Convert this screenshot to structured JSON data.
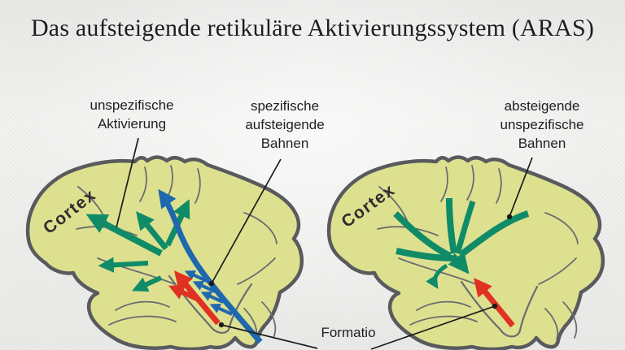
{
  "slide": {
    "title": "Das aufsteigende retikuläre Aktivierungssystem (ARAS)"
  },
  "diagram": {
    "cortex_label": "Cortex",
    "labels": {
      "unspecific_activation": "unspezifische\nAktivierung",
      "specific_ascending": "spezifische\naufsteigende\nBahnen",
      "descending_unspecific": "absteigende\nunspezifische\nBahnen",
      "formatio": "Formatio"
    },
    "colors": {
      "brain_fill": "#dde18f",
      "brain_outline": "#595a5e",
      "sulcus": "#6b6c70",
      "green_pathway": "#0f8b68",
      "blue_pathway": "#1e68b0",
      "red_pathway": "#e03122",
      "leader_line": "#1b1b1b",
      "text": "#1e1e1e"
    }
  }
}
